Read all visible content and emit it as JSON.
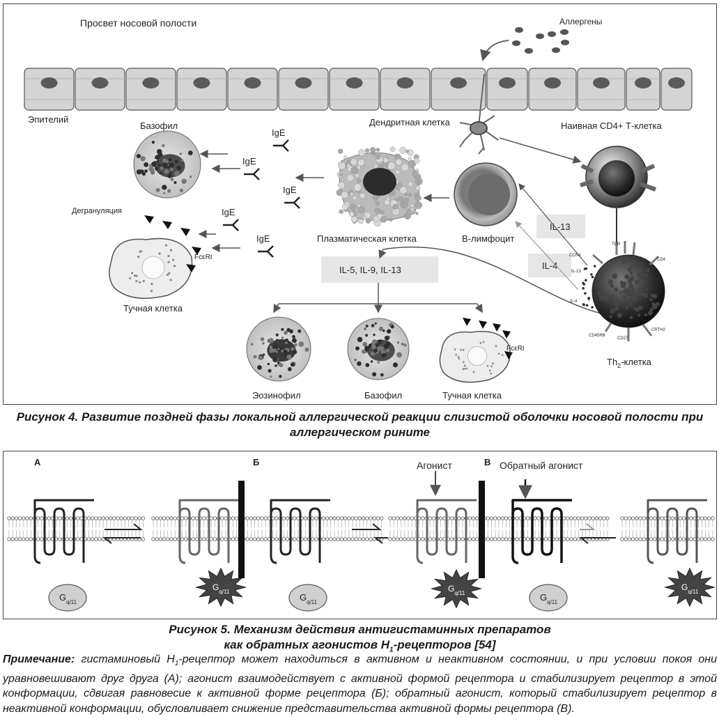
{
  "figure4": {
    "labels": {
      "lumen": "Просвет носовой полости",
      "allergens": "Аллергены",
      "epithelium": "Эпителий",
      "dendritic": "Дендритная клетка",
      "naive_cd4": "Наивная CD4+ Т-клетка",
      "basophil_top": "Базофил",
      "degranulation": "Дегрануляция",
      "fceri_1": "FcεRI",
      "mast_left": "Тучная клетка",
      "plasma": "Плазматическая клетка",
      "b_lymph": "В-лимфоцит",
      "il13": "IL-13",
      "il4": "IL-4",
      "il_box": "IL-5, IL-9, IL-13",
      "eosinophil": "Эозинофил",
      "basophil_bottom": "Базофил",
      "mast_bottom": "Тучная клетка",
      "fceri_2": "FcεRI",
      "th2_main": "Th",
      "th2_sub": "2",
      "th2_suffix": "-клетка",
      "ige": "IgE",
      "ccr4": "CCR4",
      "tcr": "TCR",
      "cd4": "CD4",
      "il13_small": "IL-13",
      "il4_small": "IL-4",
      "cd45rb": "CD45RB",
      "cd27": "CD27",
      "crth2": "CRTH2"
    },
    "caption": "Рисунок 4. Развитие поздней фазы локальной аллергической реакции слизистой оболочки носовой полости при аллергическом рините"
  },
  "figure5": {
    "panel_a": "А",
    "panel_b": "Б",
    "panel_v": "В",
    "agonist": "Агонист",
    "inverse_agonist": "Обратный агонист",
    "g_main": "G",
    "g_sub": "q/11",
    "caption_line1": "Рисунок 5. Механизм действия антигистаминных препаратов",
    "caption_line2a": "как обратных агонистов H",
    "caption_line2_sub": "1",
    "caption_line2b": "-рецепторов [54]"
  },
  "note": {
    "label": "Примечание:",
    "text_part1": " гистаминовый H",
    "sub": "1",
    "text_part2": "-рецептор может находиться в активном и неактивном состоянии, и при условии покоя они уравновешивают друг друга (А); агонист взаимодействует с активной формой рецептора и стабилизирует рецептор в этой конформации, сдвигая равновесие к активной форме рецептора (Б); обратный агонист, который стабилизирует рецептор в неактивной конформации, обусловливает снижение представительства активной формы рецептора (В)."
  },
  "colors": {
    "cell_fill": "#d8d8d8",
    "nucleus": "#555555",
    "frame": "#444444",
    "box": "#e6e6e6"
  }
}
